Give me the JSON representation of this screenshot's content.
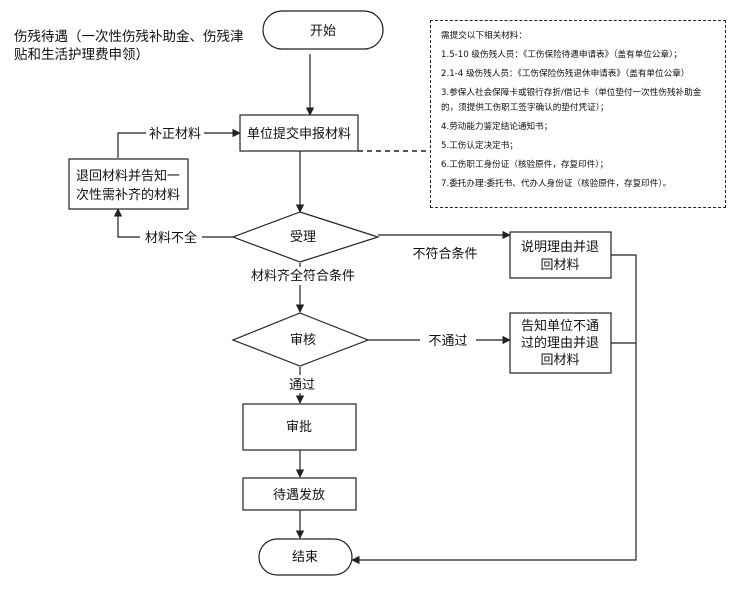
{
  "title": "伤残待遇（一次性伤残补助金、伤残津贴和生活护理费申领）",
  "nodes": {
    "start": "开始",
    "submit": "单位提交申报材料",
    "return_materials": [
      "退回材料并告知一",
      "次性需补齐的材料"
    ],
    "accept": "受理",
    "explain_return": [
      "说明理由并退",
      "回材料"
    ],
    "review": "审核",
    "notify_return": [
      "告知单位不通",
      "过的理由并退",
      "回材料"
    ],
    "approve": "审批",
    "issue": "待遇发放",
    "end": "结束"
  },
  "edges": {
    "supplement": "补正材料",
    "incomplete": "材料不全",
    "not_eligible": "不符合条件",
    "complete_eligible": "材料齐全符合条件",
    "not_passed": "不通过",
    "passed": "通过"
  },
  "note": {
    "heading": "需提交以下相关材料：",
    "items": [
      "1.5-10 级伤残人员：《工伤保险待遇申请表》（盖有单位公章）；",
      "2.1-4 级伤残人员：《工伤保险伤残退休申请表》（盖有单位公章）",
      "3.参保人社会保障卡或银行存折/借记卡（单位垫付一次性伤残补助金的，须提供工伤职工签字确认的垫付凭证）；",
      "4.劳动能力鉴定结论通知书；",
      "5.工伤认定决定书；",
      "6.工伤职工身份证（核验原件，存复印件）；",
      "7.委托办理:委托书、代办人身份证（核验原件，存复印件）。"
    ]
  }
}
